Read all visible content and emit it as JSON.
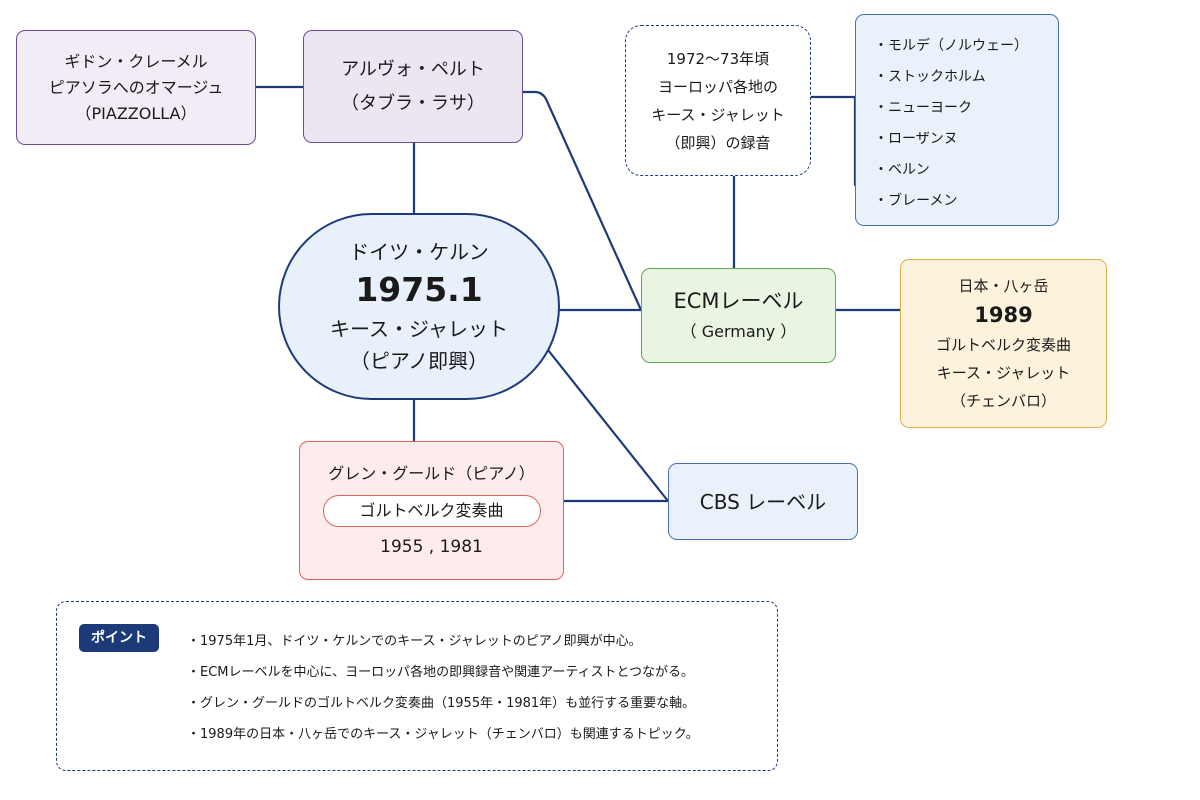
{
  "diagram": {
    "center": {
      "line1": "ドイツ・ケルン",
      "line2": "1975.1",
      "line3": "キース・ジャレット",
      "line4": "（ピアノ即興）"
    },
    "kremer": {
      "line1": "ギドン・クレーメル",
      "line2": "ピアソラへのオマージュ",
      "line3": "（PIAZZOLLA）"
    },
    "part": {
      "line1": "アルヴォ・ペルト",
      "line2": "（タブラ・ラサ）"
    },
    "recording": {
      "line1": "1972～73年頃",
      "line2": "ヨーロッパ各地の",
      "line3": "キース・ジャレット",
      "line4": "（即興）の録音"
    },
    "cities": [
      "・モルデ（ノルウェー）",
      "・ストックホルム",
      "・ニューヨーク",
      "・ローザンヌ",
      "・ベルン",
      "・ブレーメン"
    ],
    "ecm": {
      "line1": "ECMレーベル",
      "line2": "（ Germany ）"
    },
    "yatsugatake": {
      "line1": "日本・八ヶ岳",
      "line2": "1989",
      "line3": "ゴルトベルク変奏曲",
      "line4": "キース・ジャレット",
      "line5": "（チェンバロ）"
    },
    "cbs": {
      "label": "CBS レーベル"
    },
    "gould": {
      "line1": "グレン・グールド（ピアノ）",
      "pill": "ゴルトベルク変奏曲",
      "years": "1955 ,  1981"
    }
  },
  "points": {
    "badge": "ポイント",
    "items": [
      "・1975年1月、ドイツ・ケルンでのキース・ジャレットのピアノ即興が中心。",
      "・ECMレーベルを中心に、ヨーロッパ各地の即興録音や関連アーティストとつながる。",
      "・グレン・グールドのゴルトベルク変奏曲（1955年・1981年）も並行する重要な軸。",
      "・1989年の日本・八ヶ岳でのキース・ジャレット（チェンバロ）も関連するトピック。"
    ]
  },
  "colors": {
    "connector": "#1d3a78",
    "center_fill": "#e8f0fb",
    "purple_fill": "#ece6f3",
    "green_fill": "#e9f5e3",
    "orange_fill": "#fdf3dc",
    "red_fill": "#fdeceb",
    "blue_fill": "#e9f1fb"
  }
}
